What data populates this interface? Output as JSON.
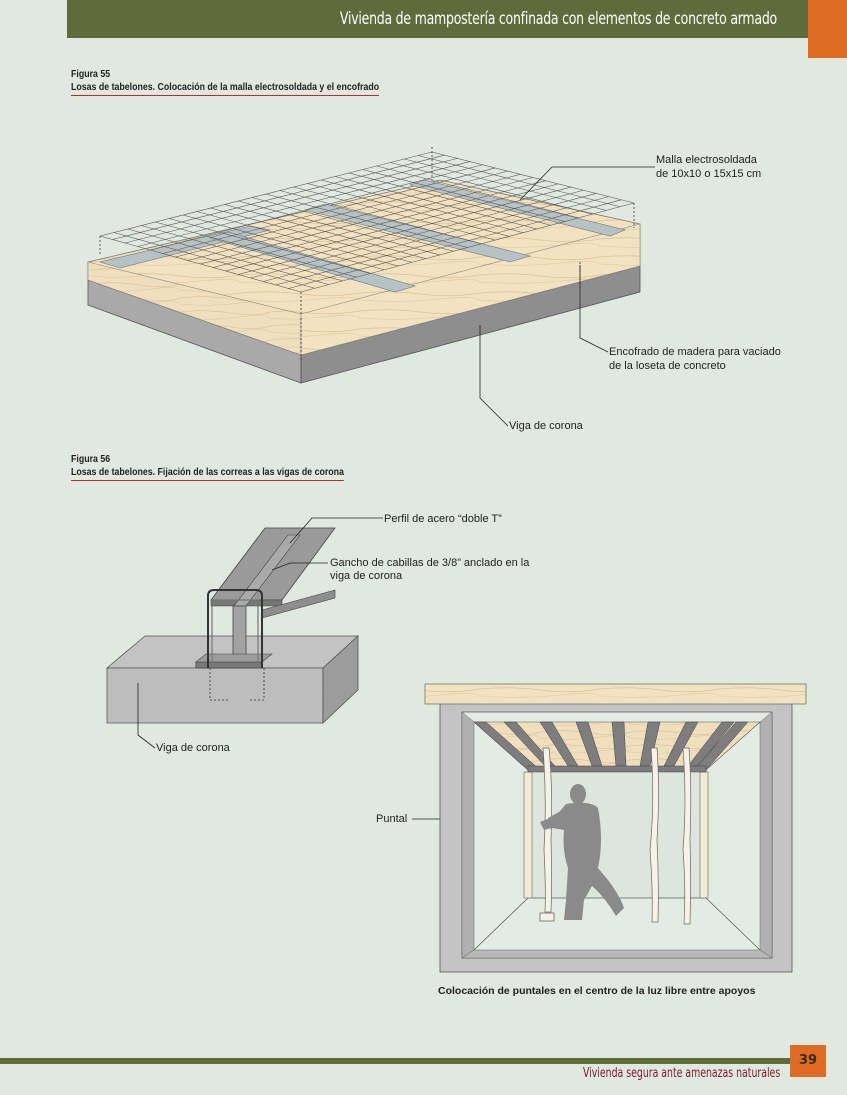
{
  "header": {
    "title": "Vivienda de mampostería confinada con elementos de concreto armado"
  },
  "figure55": {
    "number": "Figura 55",
    "title": "Losas de tabelones. Colocación de la malla electrosoldada y el encofrado",
    "labels": {
      "malla_line1": "Malla electrosoldada",
      "malla_line2": "de 10x10 o 15x15 cm",
      "encofrado_line1": "Encofrado de madera para vaciado",
      "encofrado_line2": "de la loseta de concreto",
      "viga": "Viga de corona"
    }
  },
  "figure56": {
    "number": "Figura 56",
    "title": "Losas de tabelones. Fijación de las correas a las vigas de corona",
    "labels": {
      "perfil": "Perfil de acero “doble T”",
      "gancho_line1": "Gancho de cabillas de 3/8” anclado en la",
      "gancho_line2": "viga de corona",
      "viga": "Viga de corona",
      "puntal": "Puntal"
    },
    "caption": "Colocación de puntales en el centro de la luz libre entre apoyos"
  },
  "footer": {
    "title": "Vivienda segura ante amenazas naturales",
    "page_number": "39"
  },
  "colors": {
    "olive": "#5e6b3a",
    "orange": "#e06c24",
    "background": "#dfe9df",
    "accent_red": "#c62828"
  }
}
